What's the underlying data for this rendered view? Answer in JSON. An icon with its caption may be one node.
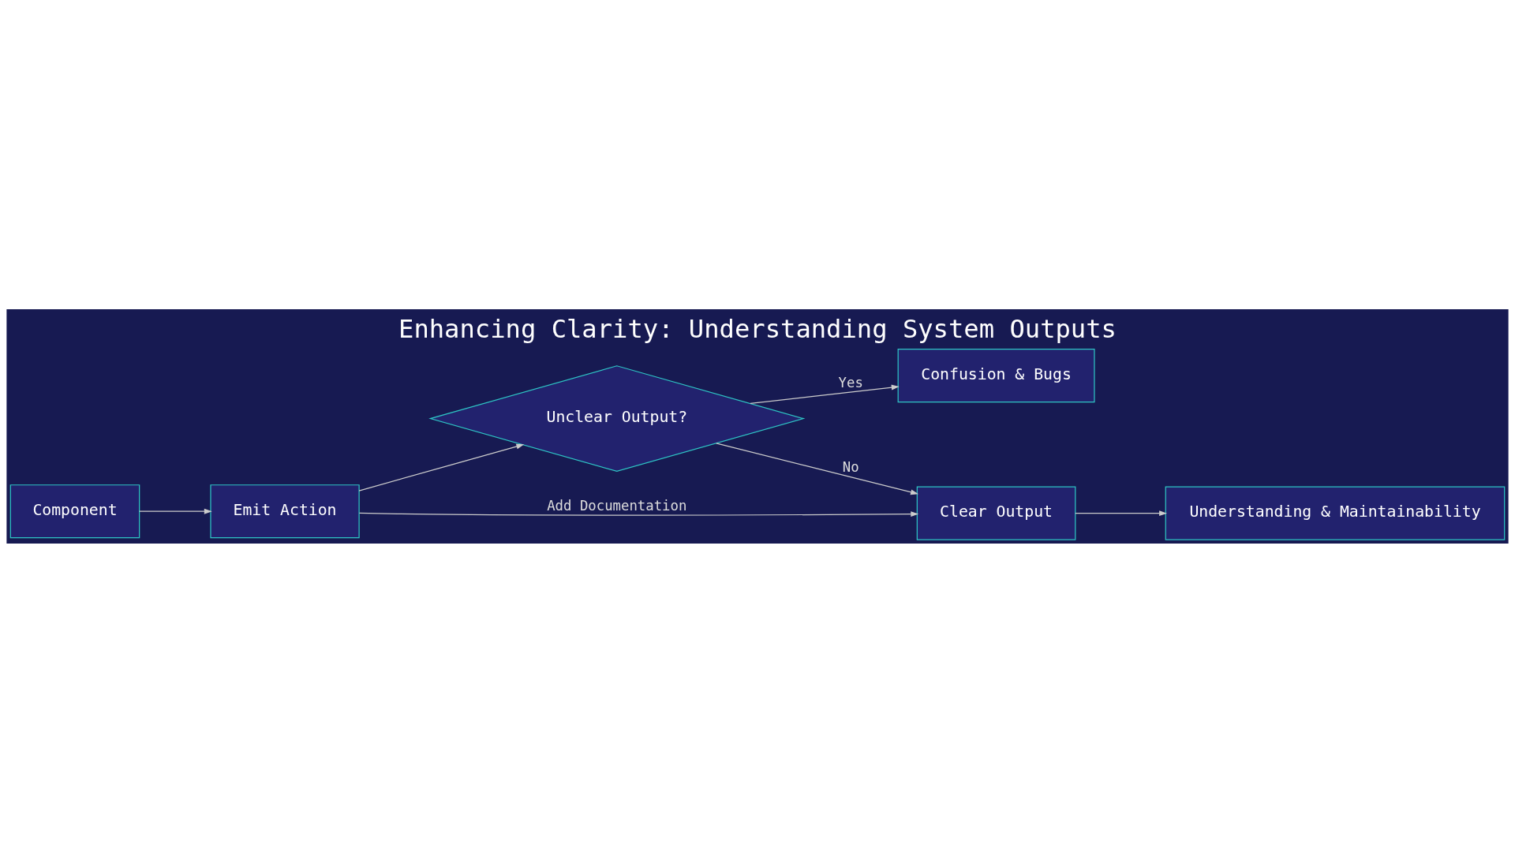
{
  "diagram": {
    "title": "Enhancing Clarity: Understanding System Outputs",
    "nodes": [
      {
        "text": [
          "Component"
        ]
      },
      {
        "text": [
          "Emit Action"
        ]
      },
      {
        "text": [
          "Unclear Output?"
        ]
      },
      {
        "text": [
          "Confusion & Bugs"
        ]
      },
      {
        "text": [
          "Clear Output"
        ]
      },
      {
        "text": [
          "Understanding & Maintainability"
        ]
      }
    ],
    "edges": [
      {
        "from": 0,
        "to": 1,
        "arrow": "to"
      },
      {
        "from": 1,
        "to": 2,
        "arrow": "to"
      },
      {
        "from": 2,
        "to": 3,
        "arrow": "to",
        "label": "Yes"
      },
      {
        "from": 2,
        "to": 4,
        "arrow": "to",
        "label": "No"
      },
      {
        "from": 1,
        "to": 4,
        "arrow": "to",
        "label": "Add Documentation"
      },
      {
        "from": 4,
        "to": 5,
        "arrow": "to"
      }
    ]
  }
}
